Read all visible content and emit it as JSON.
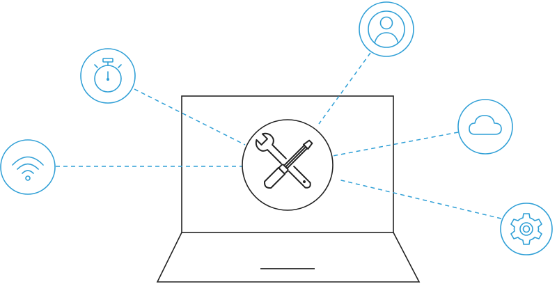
{
  "colors": {
    "accent": "#2f9fd6",
    "line": "#222222",
    "background": "#ffffff"
  },
  "diagram": {
    "center": {
      "icon": "wrench-screwdriver-icon"
    },
    "device": {
      "icon": "laptop-icon"
    },
    "nodes": [
      {
        "id": "user",
        "icon": "user-icon"
      },
      {
        "id": "timer",
        "icon": "stopwatch-icon"
      },
      {
        "id": "cloud",
        "icon": "cloud-icon"
      },
      {
        "id": "wifi",
        "icon": "wifi-icon"
      },
      {
        "id": "settings",
        "icon": "gear-icon"
      }
    ]
  }
}
